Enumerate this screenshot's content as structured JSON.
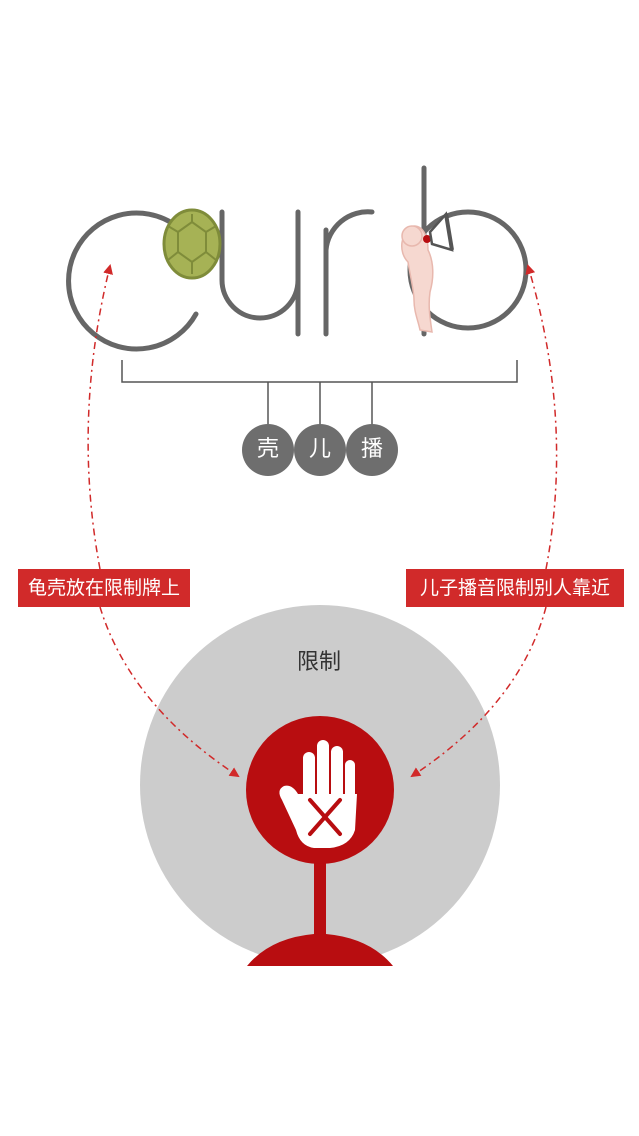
{
  "logo": {
    "word": "curb"
  },
  "syllables": [
    "壳",
    "儿",
    "播"
  ],
  "labels": {
    "left": "龟壳放在限制牌上",
    "right": "儿子播音限制别人靠近"
  },
  "circle": {
    "title": "限制"
  },
  "colors": {
    "accent_red": "#d12a2a",
    "dark_red": "#b80d10",
    "gray_circle": "#cccccc",
    "logo_gray": "#666666",
    "shell_green": "#a6b255",
    "figure_pink": "#f6d8d0"
  },
  "icons": [
    "turtle-shell-icon",
    "megaphone-figure-icon",
    "stop-hand-icon",
    "cross-icon"
  ]
}
